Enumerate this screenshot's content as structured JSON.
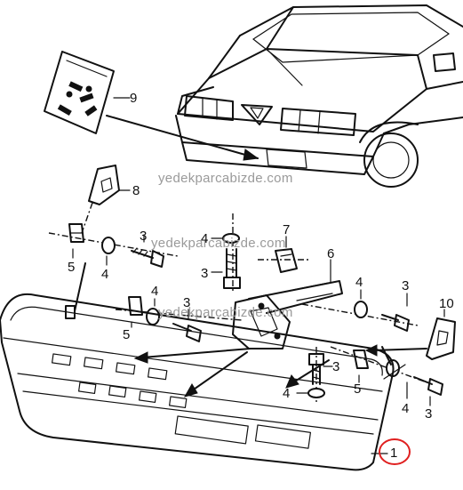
{
  "watermark": "yedekparcabizde.com",
  "callouts": {
    "c1": "1",
    "c3a": "3",
    "c3b": "3",
    "c3c": "3",
    "c3d": "3",
    "c3e": "3",
    "c3f": "3",
    "c4a": "4",
    "c4b": "4",
    "c4c": "4",
    "c4d": "4",
    "c4e": "4",
    "c4f": "4",
    "c5a": "5",
    "c5b": "5",
    "c5c": "5",
    "c6": "6",
    "c7": "7",
    "c8": "8",
    "c9": "9",
    "c10": "10"
  },
  "colors": {
    "ink": "#111111",
    "highlight": "#e02020",
    "watermark": "#9a9a9a"
  }
}
